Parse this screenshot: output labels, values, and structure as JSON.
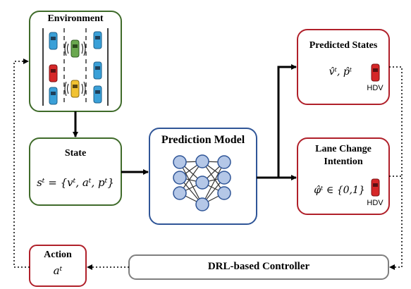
{
  "environment": {
    "title": "Environment"
  },
  "state": {
    "title": "State",
    "formula": "sᵗ = {vᵗ, aᵗ, pᵗ}"
  },
  "prediction_model": {
    "title": "Prediction Model"
  },
  "predicted_states": {
    "title": "Predicted States",
    "formula": "v̂ᵗ, p̂ᵗ",
    "vehicle_label": "HDV"
  },
  "lane_change": {
    "title_line1": "Lane Change",
    "title_line2": "Intention",
    "formula": "φ̂ᵗ ∈ {0,1}",
    "vehicle_label": "HDV"
  },
  "controller": {
    "title": "DRL-based Controller"
  },
  "action": {
    "title": "Action",
    "formula": "aᵗ"
  },
  "colors": {
    "green_border": "#3f6b2a",
    "red_border": "#b0202a",
    "blue_border": "#2f5597",
    "gray_border": "#7f7f7f",
    "car_blue": "#3aa0d8",
    "car_green": "#6aa84f",
    "car_yellow": "#f1c232",
    "car_red": "#d62728"
  }
}
